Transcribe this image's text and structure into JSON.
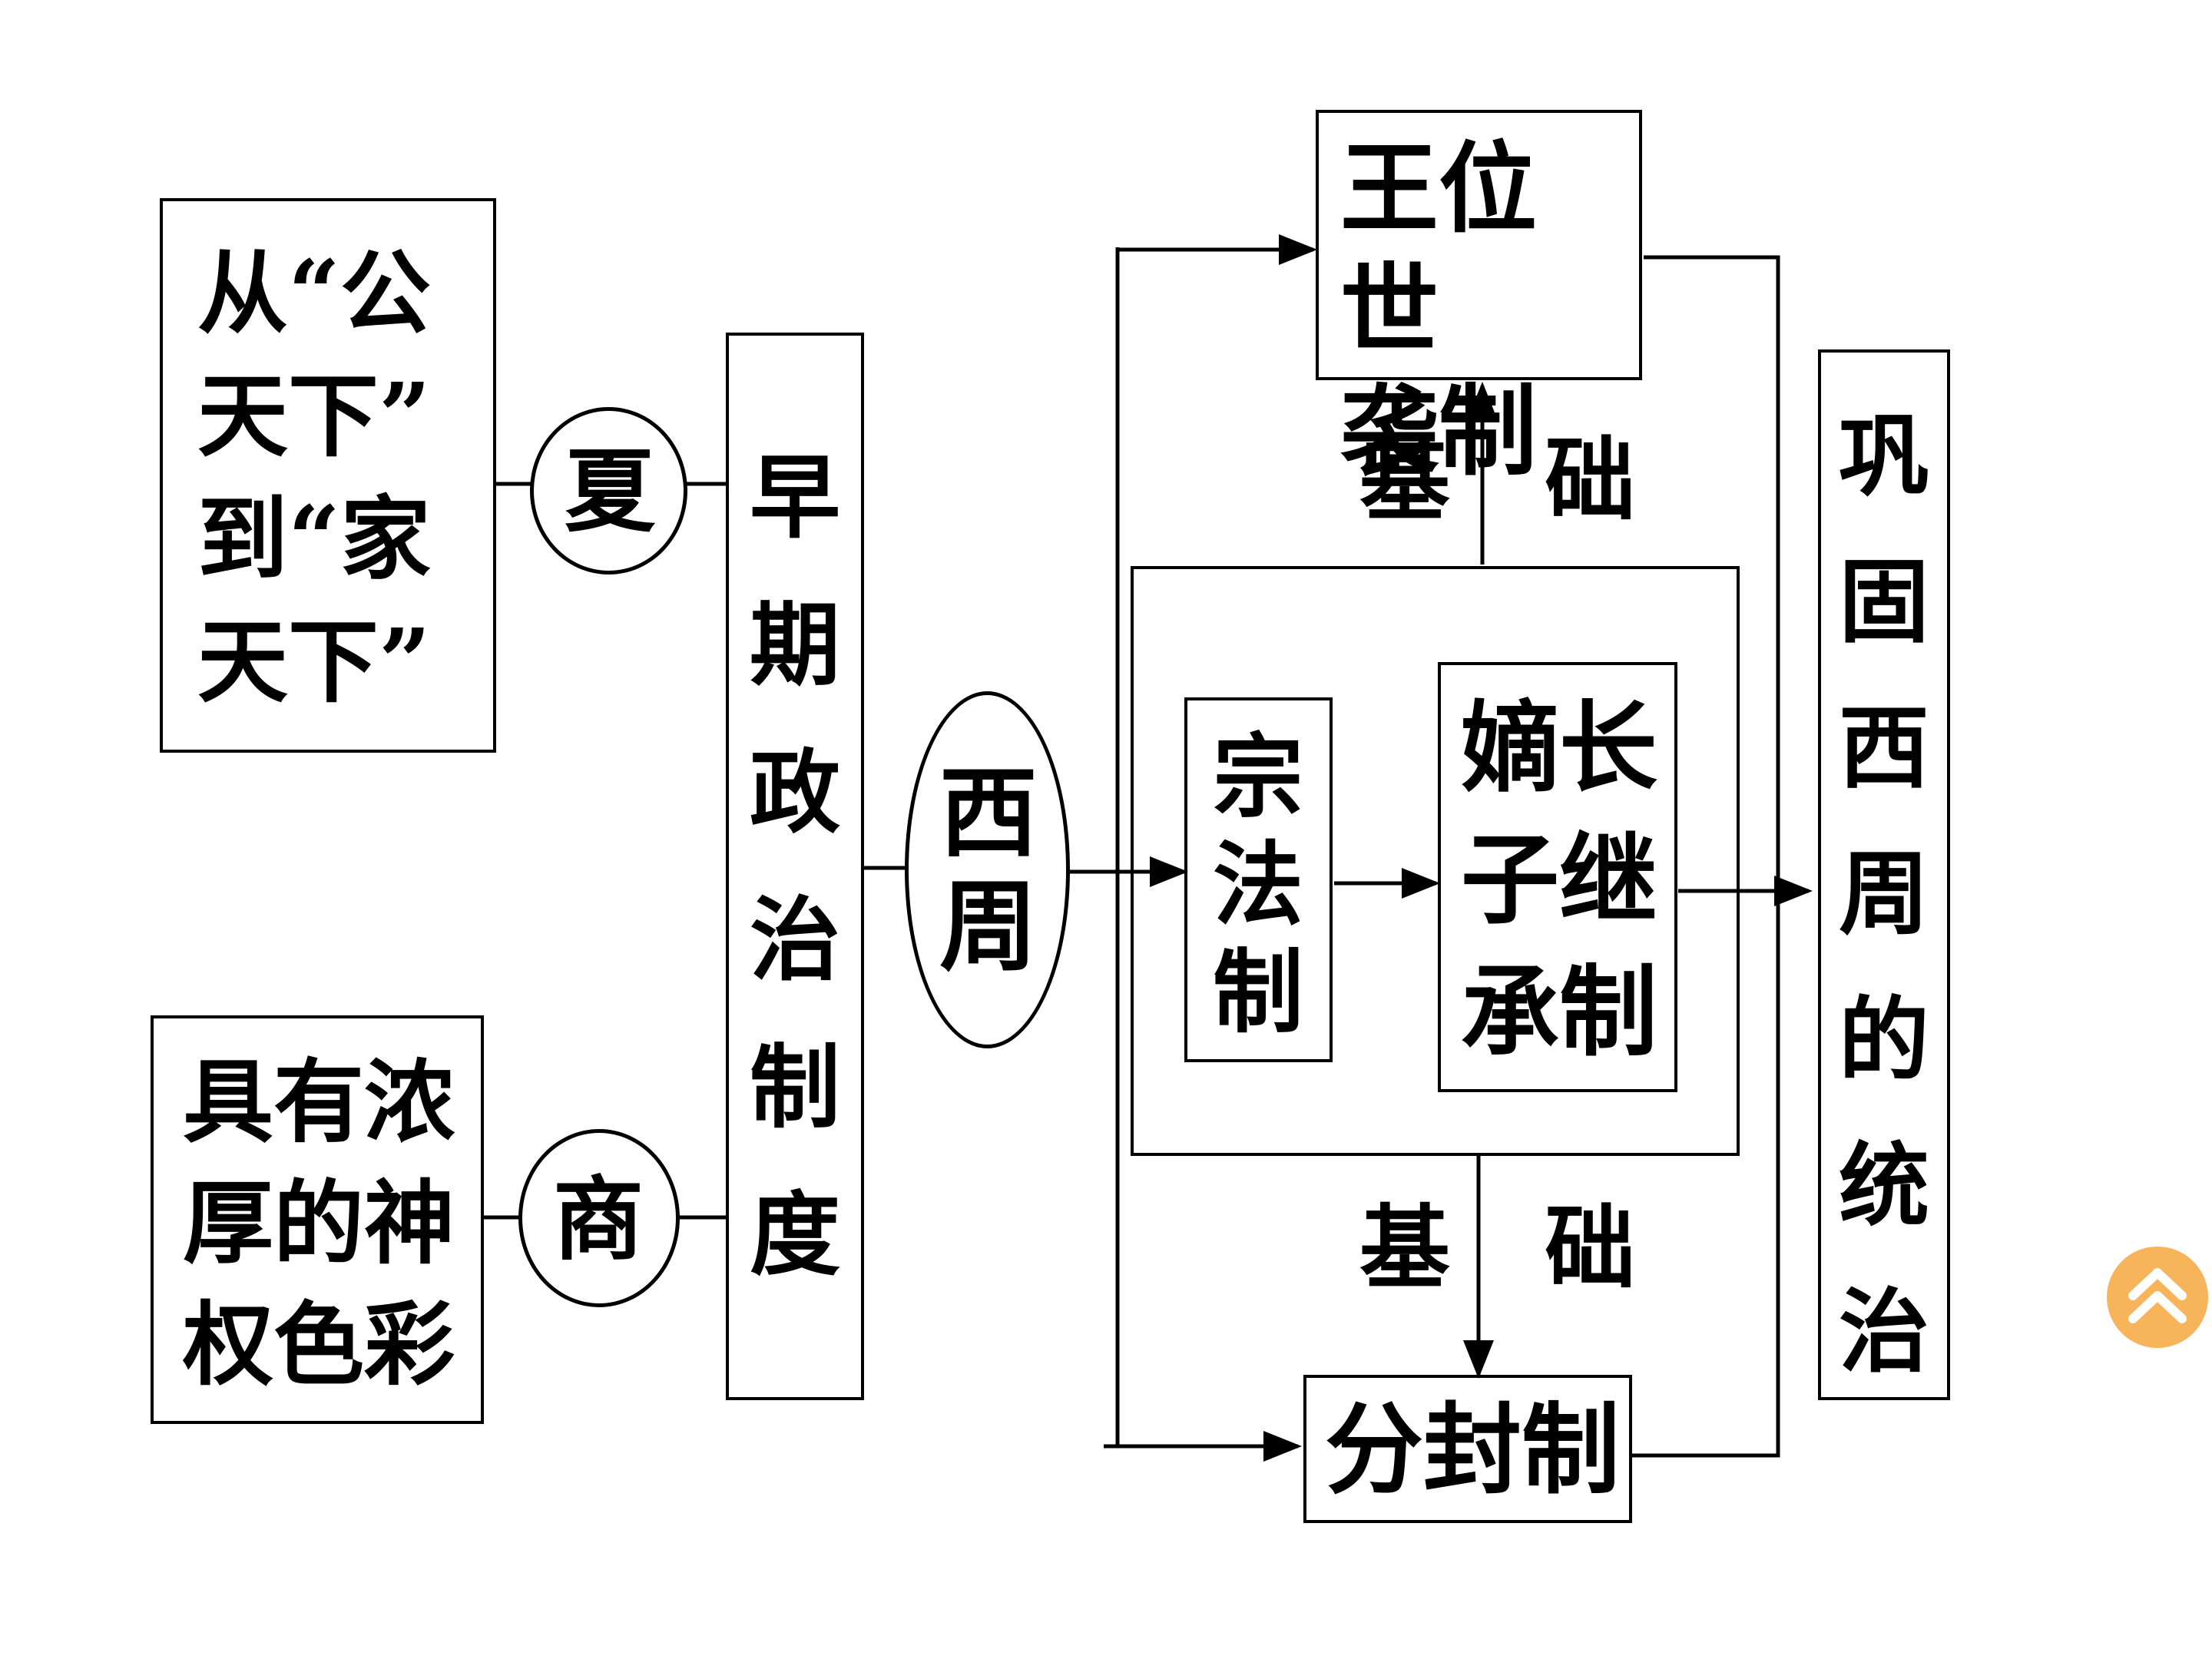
{
  "diagram": {
    "left_top_box": "从“公\n天下”\n到“家\n天下”",
    "left_bottom_box": "具有浓\n厚的神\n权色彩",
    "xia_label": "夏",
    "shang_label": "商",
    "early_system": "早期政治制度",
    "western_zhou": "西\n周",
    "kingship": "王位世\n袭制",
    "foundation_top": "基   础",
    "clan_law": "宗法制",
    "primogeniture": "嫡长\n子继\n承制",
    "foundation_bottom": "基   础",
    "fengjian": "分封制",
    "consolidate": "巩固西周的统治"
  },
  "scroll_top_icon": "chevron-up-icon",
  "accent_color": "#f7b45a"
}
